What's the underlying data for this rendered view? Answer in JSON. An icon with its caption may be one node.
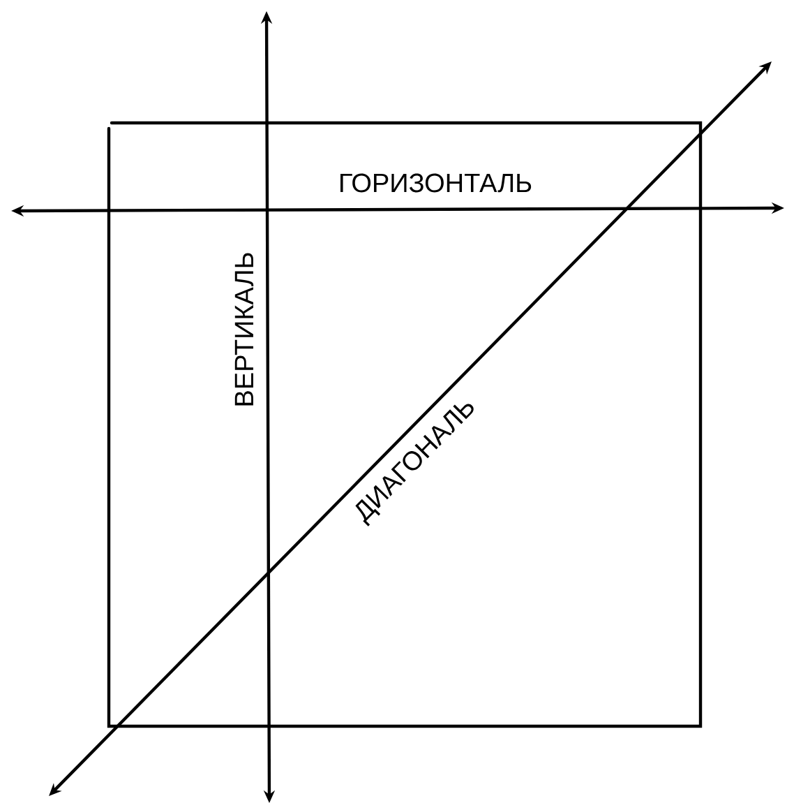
{
  "diagram": {
    "labels": [
      "ГОРИЗОНТАЛЬ",
      "ВЕРТИКАЛЬ",
      "ДИАГОНАЛЬ"
    ]
  }
}
